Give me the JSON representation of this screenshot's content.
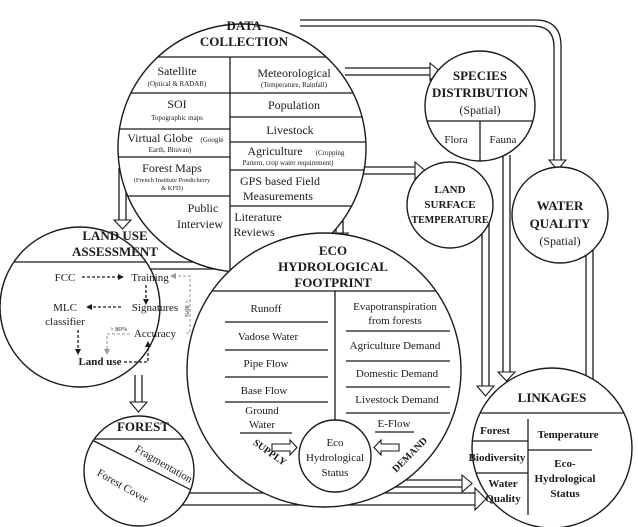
{
  "data_collection": {
    "title_line1": "DATA",
    "title_line2": "COLLECTION",
    "left": [
      {
        "main": "Satellite",
        "sub": "(Optical & RADAR)"
      },
      {
        "main": "SOI",
        "sub": "Topographic maps"
      },
      {
        "main": "Virtual Globe",
        "sub_inline": "(Google",
        "sub": "Earth, Bhuvan)"
      },
      {
        "main": "Forest Maps",
        "sub": "(French Institute Pondicherry",
        "sub2": "& KFD)"
      },
      {
        "main": "Public",
        "main2": "Interview"
      }
    ],
    "right": [
      {
        "main": "Meteorological",
        "sub": "(Temperature, Rainfall)"
      },
      {
        "main": "Population"
      },
      {
        "main": "Livestock"
      },
      {
        "main": "Agriculture",
        "sub_inline": "(Cropping",
        "sub": "Pattern, crop water requirement)"
      },
      {
        "main": "GPS based Field",
        "main2": "Measurements"
      },
      {
        "main": "Literature",
        "main2": "Reviews"
      }
    ]
  },
  "species": {
    "title_line1": "SPECIES",
    "title_line2": "DISTRIBUTION",
    "title_line3": "(Spatial)",
    "left": "Flora",
    "right": "Fauna"
  },
  "lst": {
    "line1": "LAND",
    "line2": "SURFACE",
    "line3": "TEMPERATURE"
  },
  "water_quality": {
    "line1": "WATER",
    "line2": "QUALITY",
    "line3": "(Spatial)"
  },
  "land_use": {
    "title_line1": "LAND USE",
    "title_line2": "ASSESSMENT",
    "fcc": "FCC",
    "training": "Training",
    "signatures": "Signatures",
    "mlc_line1": "MLC",
    "mlc_line2": "classifier",
    "accuracy": "Accuracy",
    "land_use": "Land use",
    "gt80": "> 80%",
    "lt80": "< 80%"
  },
  "eco_footprint": {
    "title_line1": "ECO",
    "title_line2": "HYDROLOGICAL",
    "title_line3": "FOOTPRINT",
    "supply_items": [
      "Runoff",
      "Vadose Water",
      "Pipe Flow",
      "Base Flow",
      "Ground",
      "Water"
    ],
    "demand_items": [
      "Evapotranspiration",
      "from forests",
      "Agriculture Demand",
      "Domestic Demand",
      "Livestock Demand",
      "E-Flow"
    ],
    "supply_label": "SUPPLY",
    "demand_label": "DEMAND",
    "status_line1": "Eco",
    "status_line2": "Hydrological",
    "status_line3": "Status"
  },
  "forest": {
    "title": "FOREST",
    "fragmentation": "Fragmentation",
    "cover": "Forest Cover"
  },
  "linkages": {
    "title": "LINKAGES",
    "forest": "Forest",
    "biodiversity": "Biodiversity",
    "water_line1": "Water",
    "water_line2": "Quality",
    "temperature": "Temperature",
    "eco_line1": "Eco-",
    "eco_line2": "Hydrological",
    "eco_line3": "Status"
  }
}
